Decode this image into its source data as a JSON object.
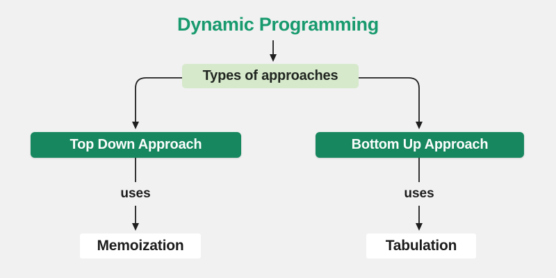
{
  "title": {
    "text": "Dynamic Programming",
    "color": "#189a6e"
  },
  "nodes": {
    "types_of_approaches": {
      "label": "Types of approaches",
      "fill": "#d6e9cb",
      "text_color": "#212621"
    },
    "top_down": {
      "label": "Top Down Approach",
      "fill": "#16875f",
      "text_color": "#fbfdfc"
    },
    "bottom_up": {
      "label": "Bottom Up Approach",
      "fill": "#16875f",
      "text_color": "#fbfdfc"
    },
    "memoization": {
      "label": "Memoization",
      "fill": "#ffffff",
      "text_color": "#1c1c1c"
    },
    "tabulation": {
      "label": "Tabulation",
      "fill": "#ffffff",
      "text_color": "#1c1c1c"
    }
  },
  "edges": {
    "top_down_uses_label": "uses",
    "bottom_up_uses_label": "uses"
  },
  "colors": {
    "background": "#f0f1f0",
    "connector": "#1e1e1e"
  }
}
